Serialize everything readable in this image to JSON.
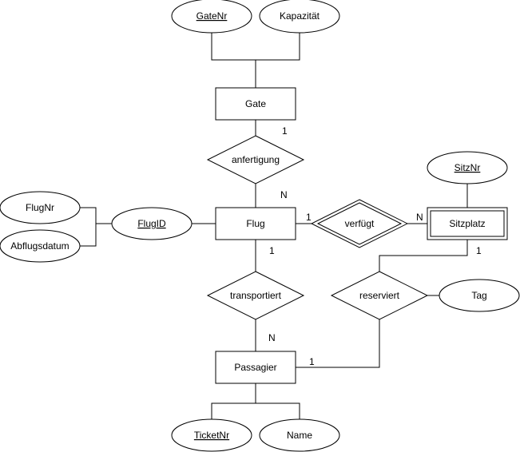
{
  "entities": {
    "gate": "Gate",
    "flug": "Flug",
    "passagier": "Passagier",
    "sitzplatz": "Sitzplatz"
  },
  "relationships": {
    "anfertigung": "anfertigung",
    "verfuegt": "verfügt",
    "transportiert": "transportiert",
    "reserviert": "reserviert"
  },
  "attributes": {
    "gatenr": "GateNr",
    "kapazitaet": "Kapazität",
    "flugnr": "FlugNr",
    "abflugsdatum": "Abflugsdatum",
    "flugid": "FlugID",
    "sitznr": "SitzNr",
    "tag": "Tag",
    "ticketnr": "TicketNr",
    "name": "Name"
  },
  "cardinalities": {
    "gate_anfertigung": "1",
    "anfertigung_flug": "N",
    "flug_verfuegt": "1",
    "verfuegt_sitzplatz": "N",
    "flug_transportiert": "1",
    "transportiert_passagier": "N",
    "sitzplatz_reserviert": "1",
    "passagier_reserviert": "1"
  }
}
